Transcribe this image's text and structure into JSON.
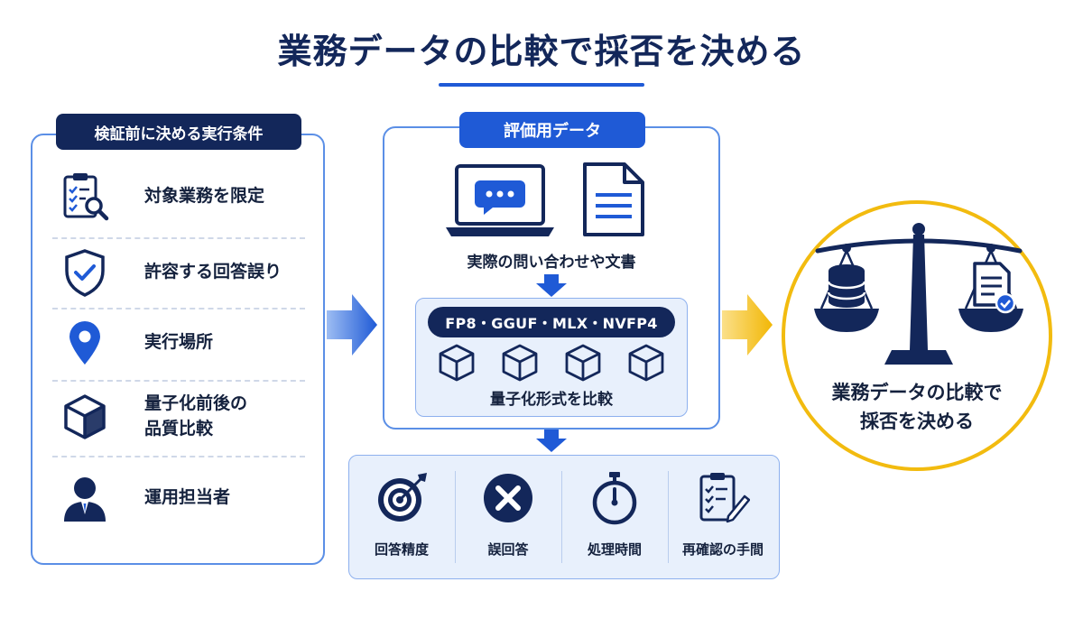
{
  "title": "業務データの比較で採否を決める",
  "left_panel": {
    "header": "検証前に決める実行条件",
    "items": [
      {
        "label": "対象業務を限定",
        "icon": "clipboard-search-icon"
      },
      {
        "label": "許容する回答誤り",
        "icon": "shield-check-icon"
      },
      {
        "label": "実行場所",
        "icon": "location-pin-icon"
      },
      {
        "label": "量子化前後の\n品質比較",
        "icon": "cube-icon"
      },
      {
        "label": "運用担当者",
        "icon": "person-icon"
      }
    ]
  },
  "middle_panel": {
    "header": "評価用データ",
    "source_label": "実際の問い合わせや文書",
    "formats": "FP8・GGUF・MLX・NVFP4",
    "format_label": "量子化形式を比較"
  },
  "metrics": [
    {
      "label": "回答精度",
      "icon": "target-icon"
    },
    {
      "label": "誤回答",
      "icon": "x-circle-icon"
    },
    {
      "label": "処理時間",
      "icon": "stopwatch-icon"
    },
    {
      "label": "再確認の手間",
      "icon": "checklist-pen-icon"
    }
  ],
  "decision": {
    "label": "業務データの比較で\n採否を決める",
    "icon": "balance-scale-icon"
  },
  "colors": {
    "navy": "#13275a",
    "blue": "#1f5ad6",
    "light_blue": "#e8f0fc",
    "gold": "#f2bb0f"
  }
}
